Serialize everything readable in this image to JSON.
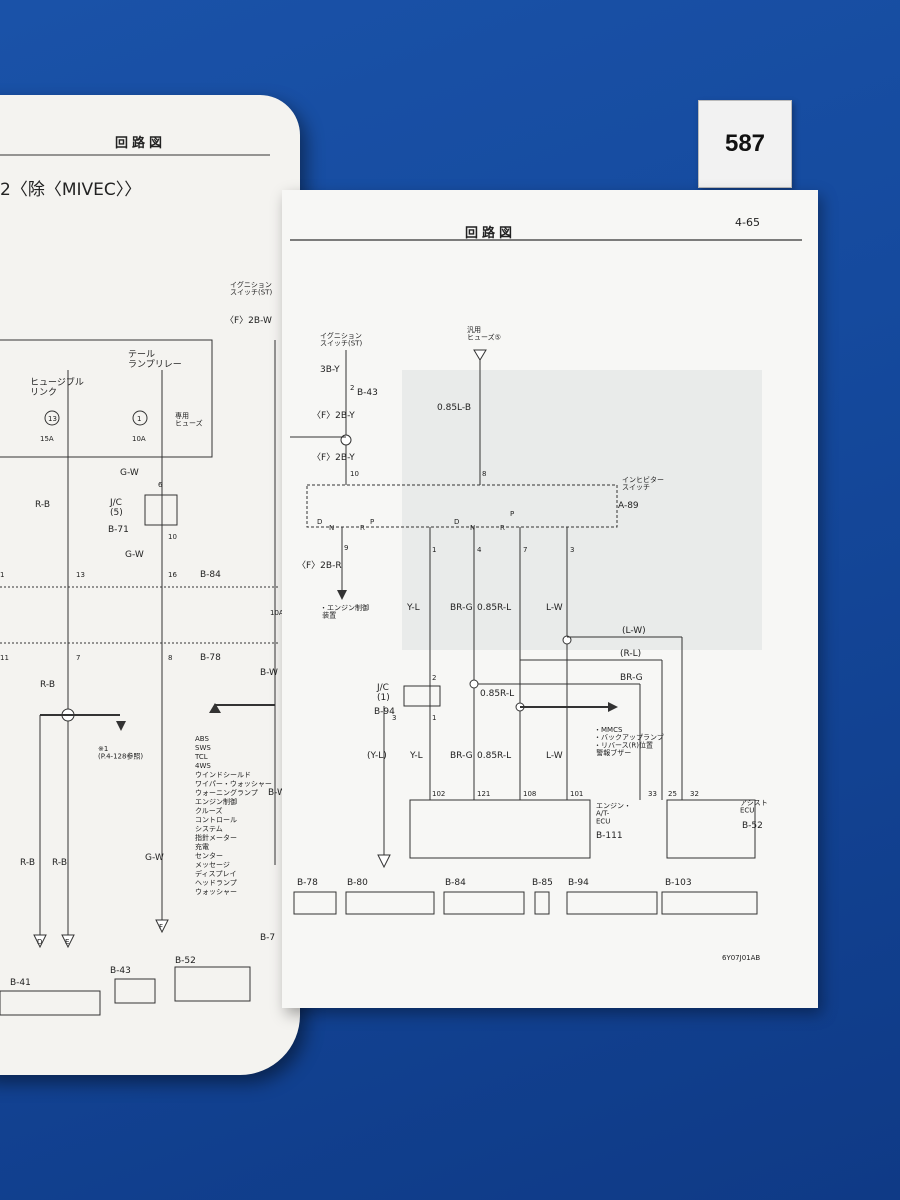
{
  "sticker": {
    "number": "587"
  },
  "left_page": {
    "header": "回路図",
    "subtitle": "2〈除〈MIVEC〉〉",
    "labels": {
      "fusible_link": "ヒュージブル\nリンク",
      "tail_relay": "テール\nランプリレー",
      "ign_switch": "イグニション\nスイッチ(ST)",
      "fuse_13": "13",
      "fuse_13_amp": "15A",
      "fuse_1": "1",
      "fuse_1_amp": "10A",
      "fuse_1_name": "専用\nヒューズ",
      "f2bw": "〈F〉2B-W",
      "gw": "G-W",
      "rb": "R-B",
      "jc5": "J/C\n(5)",
      "b71": "B-71",
      "b84": "B-84",
      "b78": "B-78",
      "bw": "B-W",
      "note": "※1\n(P.4-128参照)",
      "fuse_10a": "10A",
      "conn_b41": "B-41",
      "conn_b43": "B-43",
      "conn_b52": "B-52",
      "conn_b7": "B-7",
      "pin_6": "6",
      "pin_10": "10",
      "pin_16": "16",
      "pin_13": "13",
      "pin_7": "7",
      "pin_8": "8",
      "pin_11": "11",
      "pin_1": "1",
      "ground_d": "D",
      "ground_e": "E",
      "ground_f": "F",
      "list": [
        "ABS",
        "SWS",
        "TCL",
        "4WS",
        "ウインドシールド",
        "ワイパー・ウォッシャー",
        "ウォーニングランプ",
        "エンジン制御",
        "クルーズ",
        "コントロール",
        "システム",
        "指針メーター",
        "充電",
        "センター",
        "メッセージ",
        "ディスプレイ",
        "ヘッドランプ",
        "ウォッシャー"
      ]
    }
  },
  "right_page": {
    "header": "回路図",
    "page_number": "4-65",
    "ign_switch": "イグニション\nスイッチ(ST)",
    "fuse": "汎用\nヒューズ⑤",
    "wires": {
      "w3by": "3B-Y",
      "wf2by": "〈F〉2B-Y",
      "wf2by2": "〈F〉2B-Y",
      "wf2br": "〈F〉2B-R",
      "w085lb": "0.85L-B",
      "wyl": "Y-L",
      "wbrg": "BR-G",
      "w085rl": "0.85R-L",
      "wlw": "L-W",
      "wlw2": "(L-W)",
      "wrl": "(R-L)",
      "wbrg2": "BR-G",
      "w085rl2": "0.85R-L",
      "wyl2": "(Y-L)",
      "wyl3": "Y-L",
      "wbrg3": "BR-G",
      "w085rl3": "0.85R-L",
      "wlw3": "L-W"
    },
    "conn_b43": "B-43",
    "conn_a89": "A-89",
    "conn_b94": "B-94",
    "conn_b111": "B-111",
    "conn_b52": "B-52",
    "inhibitor": "インヒビター\nスイッチ",
    "jc1": "J/C\n(1)",
    "engine_note": "・エンジン制御\n  装置",
    "mmcs_note": "・MMCS\n・バックアップランプ\n・リバース(R)位置\n  警報ブザー",
    "ecu_label": "エンジン・\nA/T-\nECU",
    "assist_label": "アシスト\nECU",
    "pins": {
      "p2": "2",
      "p10": "10",
      "p8": "8",
      "p9": "9",
      "p1": "1",
      "p4": "4",
      "p7": "7",
      "p3": "3",
      "p2b": "2",
      "p3b": "3",
      "p1b": "1",
      "p102": "102",
      "p121": "121",
      "p108": "108",
      "p101": "101",
      "p33": "33",
      "p25": "25",
      "p32": "32"
    },
    "switch_pos": {
      "d": "D",
      "n": "N",
      "r": "R",
      "p": "P"
    },
    "connectors_bottom": [
      "B-78",
      "B-80",
      "B-84",
      "B-85",
      "B-94",
      "B-103"
    ],
    "footer_code": "6Y07J01AB"
  }
}
